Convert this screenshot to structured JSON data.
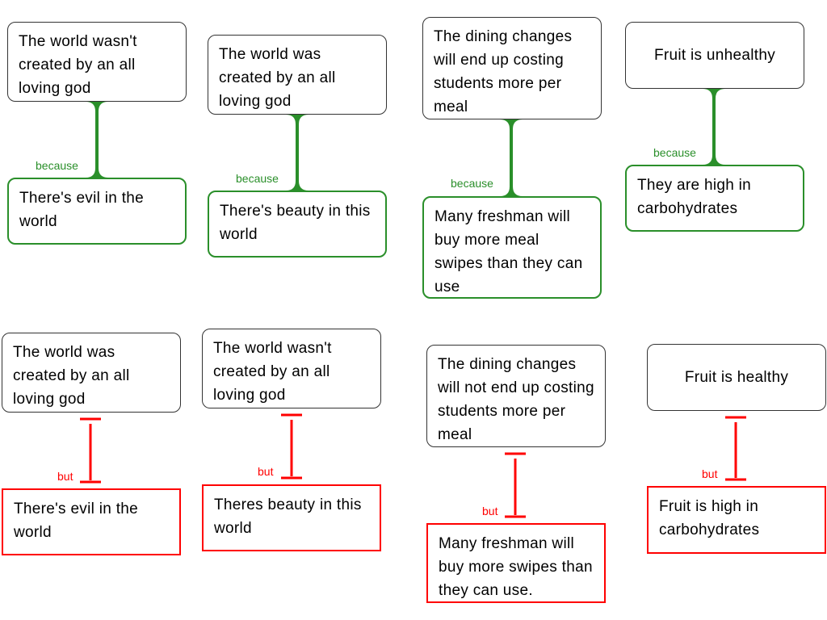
{
  "colors": {
    "support": "#2a8f2a",
    "oppose": "#ff0000",
    "claim_border": "#333333"
  },
  "support_maps": [
    {
      "claim": "The world wasn't created by an all loving god",
      "label": "because",
      "reason": "There's evil in the world"
    },
    {
      "claim": "The world was created by an all loving god",
      "label": "because",
      "reason": "There's beauty in this world"
    },
    {
      "claim": "The dining changes will end up costing students more per meal",
      "label": "because",
      "reason": "Many freshman will buy more meal swipes than they can use"
    },
    {
      "claim": "Fruit is unhealthy",
      "label": "because",
      "reason": "They are high in carbohydrates"
    }
  ],
  "objection_maps": [
    {
      "claim": "The world was created by an all loving god",
      "label": "but",
      "reason": "There's evil in the world"
    },
    {
      "claim": "The world wasn't created by an all loving god",
      "label": "but",
      "reason": "Theres beauty in this world"
    },
    {
      "claim": "The dining changes will not end up costing students more per meal",
      "label": "but",
      "reason": "Many freshman will buy more swipes than they can use."
    },
    {
      "claim": "Fruit is healthy",
      "label": "but",
      "reason": "Fruit is high in carbohydrates"
    }
  ]
}
